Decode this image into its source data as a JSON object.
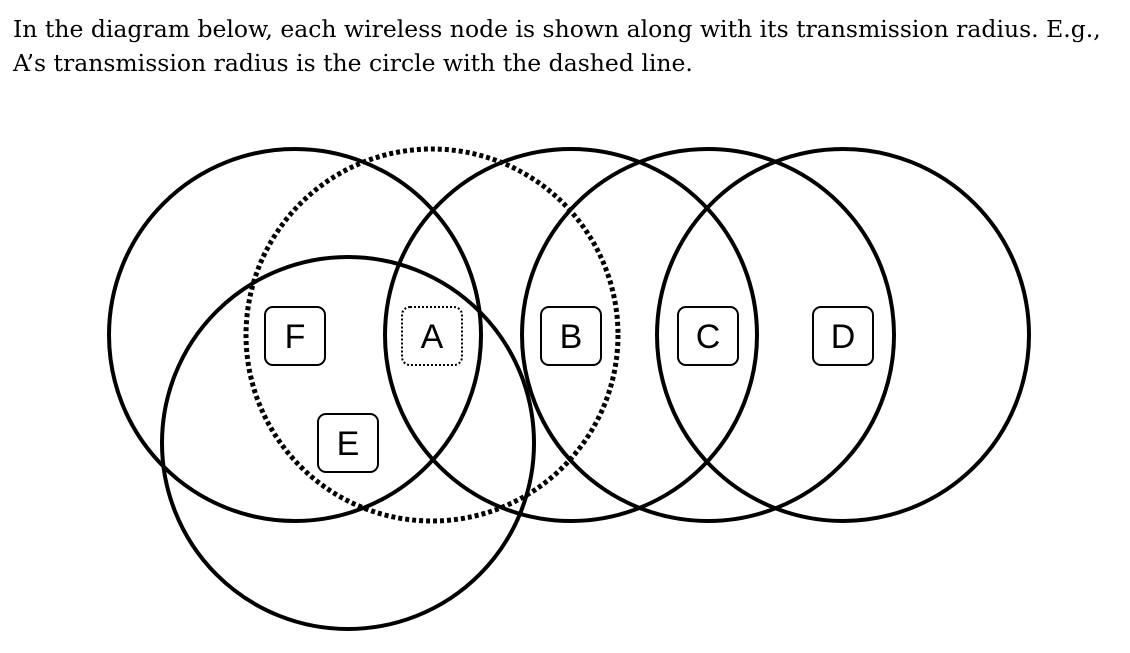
{
  "text": {
    "line1": "In the diagram below, each wireless node is shown along with its transmission radius. E.g.,",
    "line2": "A’s transmission radius is the circle with the dashed line."
  },
  "colors": {
    "stroke": "#000000",
    "text": "#000000",
    "background": "#ffffff"
  },
  "nodes": [
    {
      "id": "F",
      "label": "F",
      "dashed": false
    },
    {
      "id": "A",
      "label": "A",
      "dashed": true
    },
    {
      "id": "B",
      "label": "B",
      "dashed": false
    },
    {
      "id": "C",
      "label": "C",
      "dashed": false
    },
    {
      "id": "D",
      "label": "D",
      "dashed": false
    },
    {
      "id": "E",
      "label": "E",
      "dashed": false
    }
  ],
  "transmission_circles": [
    {
      "node": "F",
      "style": "solid"
    },
    {
      "node": "A",
      "style": "dashed"
    },
    {
      "node": "B",
      "style": "solid"
    },
    {
      "node": "C",
      "style": "solid"
    },
    {
      "node": "D",
      "style": "solid"
    },
    {
      "node": "E",
      "style": "solid"
    }
  ]
}
